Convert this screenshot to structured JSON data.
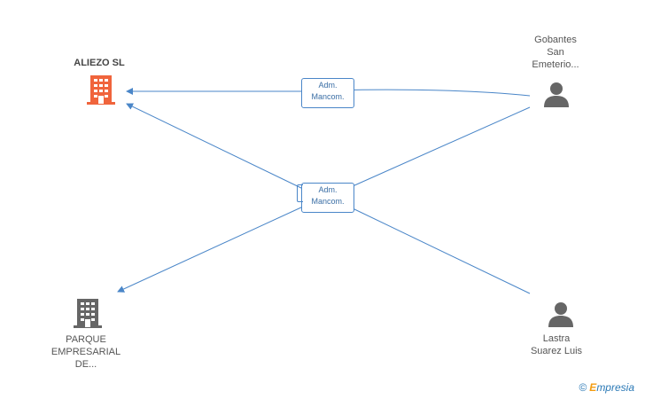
{
  "nodes": {
    "aliezo": {
      "name": "ALIEZO SL",
      "type": "company",
      "color": "#f0643c"
    },
    "parque": {
      "lines": [
        "PARQUE",
        "EMPRESARIAL",
        "DE..."
      ],
      "type": "company",
      "color": "#666666"
    },
    "gobantes": {
      "lines": [
        "Gobantes",
        "San",
        "Emeterio..."
      ],
      "type": "person",
      "color": "#666666"
    },
    "lastra": {
      "lines": [
        "Lastra",
        "Suarez Luis"
      ],
      "type": "person",
      "color": "#666666"
    }
  },
  "edges": {
    "top": {
      "lines": [
        "Adm.",
        "Mancom."
      ]
    },
    "middle": {
      "lines": [
        "Adm.",
        "Mancom."
      ]
    }
  },
  "colors": {
    "edge": "#4a86c8"
  },
  "watermark": {
    "copyright": "©",
    "brand_e": "E",
    "brand_rest": "mpresia"
  }
}
